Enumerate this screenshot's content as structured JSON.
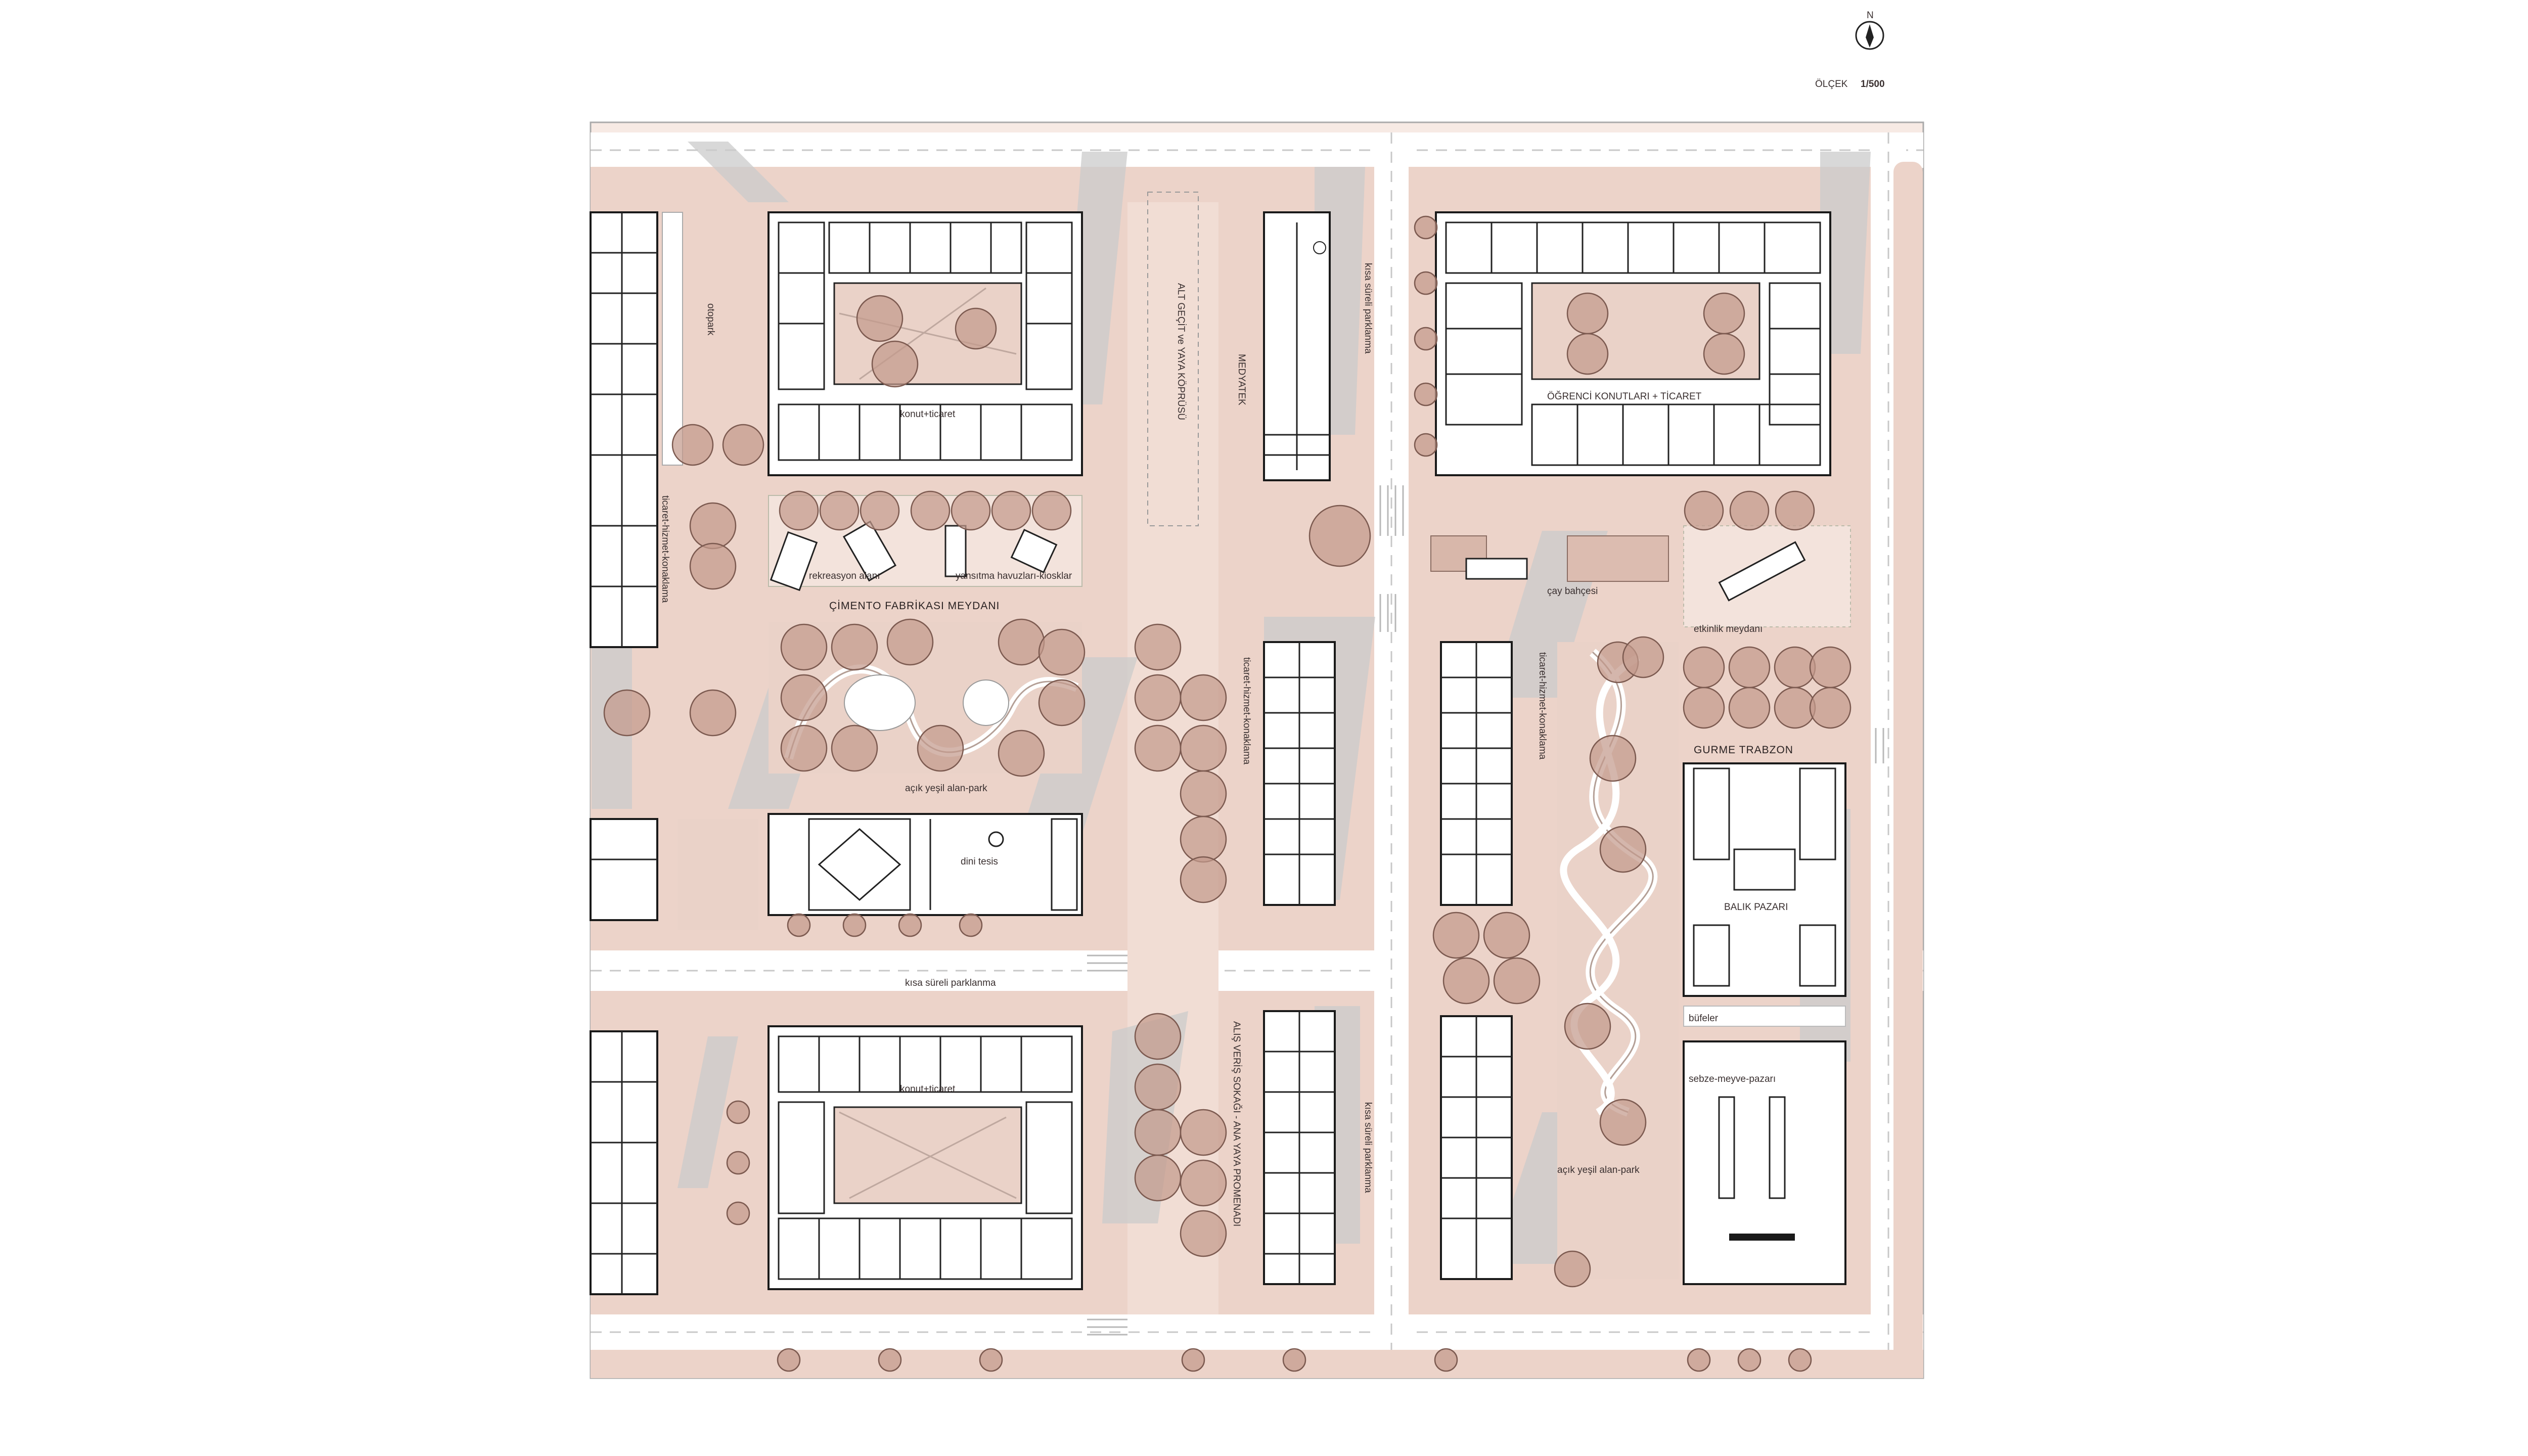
{
  "compass": {
    "north": "N",
    "scale_label": "ÖLÇEK",
    "scale_value": "1/500"
  },
  "labels": {
    "konut_ticaret_top": "konut+ticaret",
    "konut_ticaret_bottom": "konut+ticaret",
    "alt_gecit": "ALT GEÇİT ve YAYA KÖPRÜSÜ",
    "medyatek": "MEDYATEK",
    "kisa_sureli_parklanma_top": "kısa süreli parklanma",
    "ogrenci_konutlari": "ÖĞRENCİ KONUTLARI + TİCARET",
    "otopark": "otopark",
    "ticaret_hizmet_left": "ticaret-hizmet-konaklama",
    "rekreasyon": "rekreasyon alanı",
    "yansitma": "yansıtma havuzları-kiosklar",
    "cimento": "ÇİMENTO FABRİKASI MEYDANI",
    "cay_bahcesi": "çay bahçesi",
    "etkinlik": "etkinlik meydanı",
    "ticaret_hizmet_mid": "ticaret-hizmet-konaklama",
    "ticaret_hizmet_right": "ticaret-hizmet-konaklama",
    "gurme": "GURME TRABZON",
    "acik_yesil_left": "açık yeşil alan-park",
    "dini_tesis": "dini tesis",
    "balik_pazari": "BALIK PAZARI",
    "kisa_sureli_parklanma_mid": "kısa süreli parklanma",
    "bufeler": "büfeler",
    "alisveris": "ALIŞ VERİŞ SOKAĞI - ANA YAYA PROMENADI",
    "kisa_sureli_parklanma_bottom": "kısa süreli parklanma",
    "sebze": "sebze-meyve-pazarı",
    "acik_yesil_right": "açık yeşil alan-park"
  },
  "colors": {
    "plaza": "#ecd3c9",
    "tree": "#c49a8c",
    "tree_stroke": "#7c5a50",
    "shadow": "#cbcbcb",
    "building_outline": "#1a1a1a"
  }
}
